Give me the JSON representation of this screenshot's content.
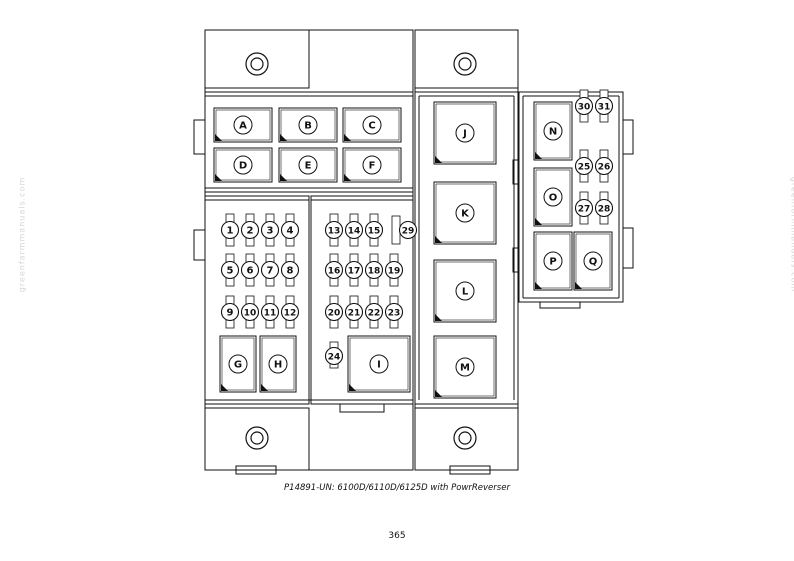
{
  "caption": "P14891-UN: 6100D/6110D/6125D with PowrReverser",
  "page_number": "365",
  "watermark": "greenfarmmanuals.com",
  "relays": [
    "A",
    "B",
    "C",
    "D",
    "E",
    "F",
    "G",
    "H",
    "I",
    "J",
    "K",
    "L",
    "M",
    "N",
    "O",
    "P",
    "Q"
  ],
  "fuses": [
    "1",
    "2",
    "3",
    "4",
    "5",
    "6",
    "7",
    "8",
    "9",
    "10",
    "11",
    "12",
    "13",
    "14",
    "15",
    "16",
    "17",
    "18",
    "19",
    "20",
    "21",
    "22",
    "23",
    "24",
    "25",
    "26",
    "27",
    "28",
    "29",
    "30",
    "31"
  ]
}
